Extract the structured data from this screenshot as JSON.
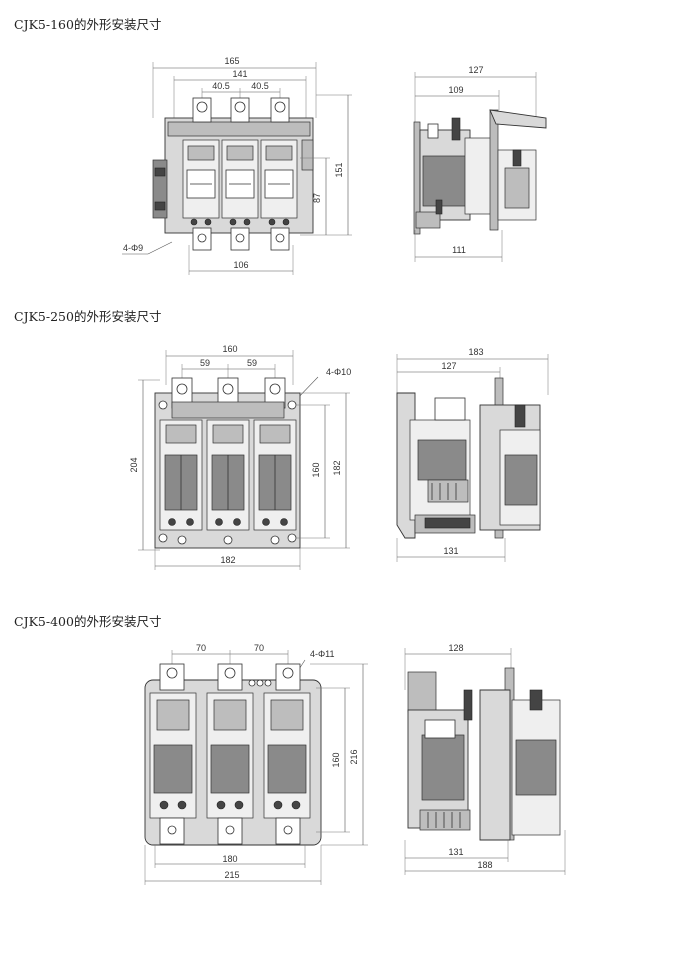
{
  "sections": [
    {
      "title": "CJK5-160的外形安装尺寸",
      "front": {
        "overall_width": "165",
        "pitch_outer": "141",
        "pitch_left": "40.5",
        "pitch_right": "40.5",
        "height_inner": "87",
        "height_overall": "151",
        "mount_width": "106",
        "holes": "4-Φ9"
      },
      "side": {
        "width_top": "127",
        "width_inner": "109",
        "width_bottom": "111"
      }
    },
    {
      "title": "CJK5-250的外形安装尺寸",
      "front": {
        "top_width": "160",
        "pitch_left": "59",
        "pitch_right": "59",
        "holes": "4-Φ10",
        "height_overall": "204",
        "height_inner": "160",
        "height_right": "182",
        "bottom_width": "182"
      },
      "side": {
        "width_top": "183",
        "width_inner": "127",
        "width_bottom": "131"
      }
    },
    {
      "title": "CJK5-400的外形安装尺寸",
      "front": {
        "pitch_left": "70",
        "pitch_right": "70",
        "holes": "4-Φ11",
        "height_inner": "160",
        "height_overall": "216",
        "width_inner": "180",
        "width_overall": "215"
      },
      "side": {
        "width_top": "128",
        "width_inner": "131",
        "width_bottom": "188"
      }
    }
  ]
}
